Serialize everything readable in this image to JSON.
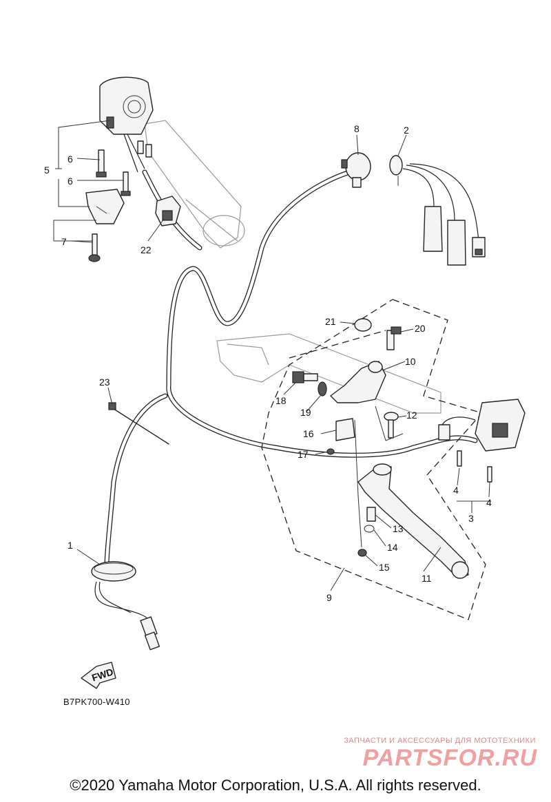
{
  "diagram": {
    "callouts": [
      {
        "id": "1",
        "label": "1"
      },
      {
        "id": "2",
        "label": "2"
      },
      {
        "id": "3",
        "label": "3"
      },
      {
        "id": "4a",
        "label": "4"
      },
      {
        "id": "4b",
        "label": "4"
      },
      {
        "id": "5",
        "label": "5"
      },
      {
        "id": "6a",
        "label": "6"
      },
      {
        "id": "6b",
        "label": "6"
      },
      {
        "id": "7",
        "label": "7"
      },
      {
        "id": "8",
        "label": "8"
      },
      {
        "id": "9",
        "label": "9"
      },
      {
        "id": "10",
        "label": "10"
      },
      {
        "id": "11",
        "label": "11"
      },
      {
        "id": "12",
        "label": "12"
      },
      {
        "id": "13",
        "label": "13"
      },
      {
        "id": "14",
        "label": "14"
      },
      {
        "id": "15",
        "label": "15"
      },
      {
        "id": "16",
        "label": "16"
      },
      {
        "id": "17",
        "label": "17"
      },
      {
        "id": "18",
        "label": "18"
      },
      {
        "id": "19",
        "label": "19"
      },
      {
        "id": "20",
        "label": "20"
      },
      {
        "id": "21",
        "label": "21"
      },
      {
        "id": "22",
        "label": "22"
      },
      {
        "id": "23",
        "label": "23"
      }
    ],
    "fwd_label": "FWD",
    "diagram_code": "B7PK700-W410"
  },
  "watermark": {
    "tagline": "ЗАПЧАСТИ И АКСЕССУАРЫ ДЛЯ МОТОТЕХНИКИ",
    "brand": "PARTSFOR.RU",
    "color": "#f0a0a0"
  },
  "copyright": "©2020 Yamaha Motor Corporation, U.S.A. All rights reserved."
}
